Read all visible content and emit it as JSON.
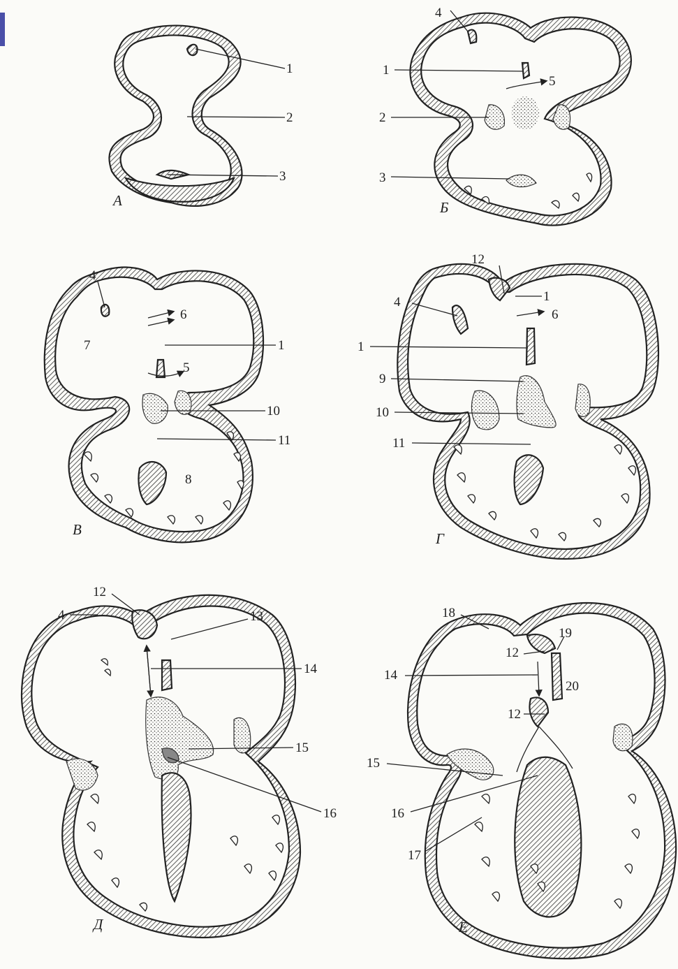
{
  "panels": [
    {
      "id": "A",
      "letter": "А",
      "labels": [
        "1",
        "2",
        "3"
      ]
    },
    {
      "id": "B",
      "letter": "Б",
      "labels": [
        "4",
        "1",
        "5",
        "2",
        "3"
      ]
    },
    {
      "id": "C",
      "letter": "В",
      "labels": [
        "4",
        "6",
        "7",
        "1",
        "5",
        "10",
        "11",
        "8"
      ]
    },
    {
      "id": "D",
      "letter": "Г",
      "labels": [
        "12",
        "1",
        "4",
        "6",
        "1",
        "9",
        "10",
        "11"
      ]
    },
    {
      "id": "E",
      "letter": "Д",
      "labels": [
        "12",
        "13",
        "4",
        "14",
        "15",
        "16"
      ]
    },
    {
      "id": "F",
      "letter": "Е",
      "labels": [
        "18",
        "19",
        "12",
        "14",
        "20",
        "12",
        "15",
        "16",
        "17"
      ]
    }
  ]
}
